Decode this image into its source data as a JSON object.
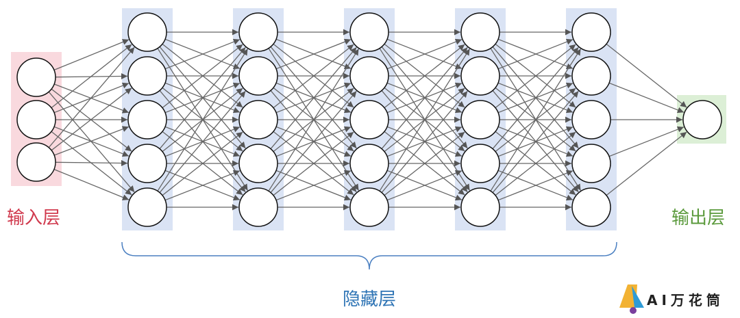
{
  "labels": {
    "input_layer": "输入层",
    "output_layer": "输出层",
    "hidden_layers": "隐藏层"
  },
  "logo": {
    "text": "AI万花筒"
  },
  "network": {
    "layer_sizes": [
      3,
      5,
      5,
      5,
      5,
      5,
      1
    ],
    "fully_connected": true
  },
  "colors": {
    "input_band": "#f9d9de",
    "hidden_band": "#dae3f4",
    "output_band": "#dcefd6",
    "input_label": "#d0394d",
    "hidden_label": "#2e74b5",
    "output_label": "#5b9a3c",
    "edge": "#666666",
    "brace": "#4a7fc1",
    "node_stroke": "#111111"
  }
}
